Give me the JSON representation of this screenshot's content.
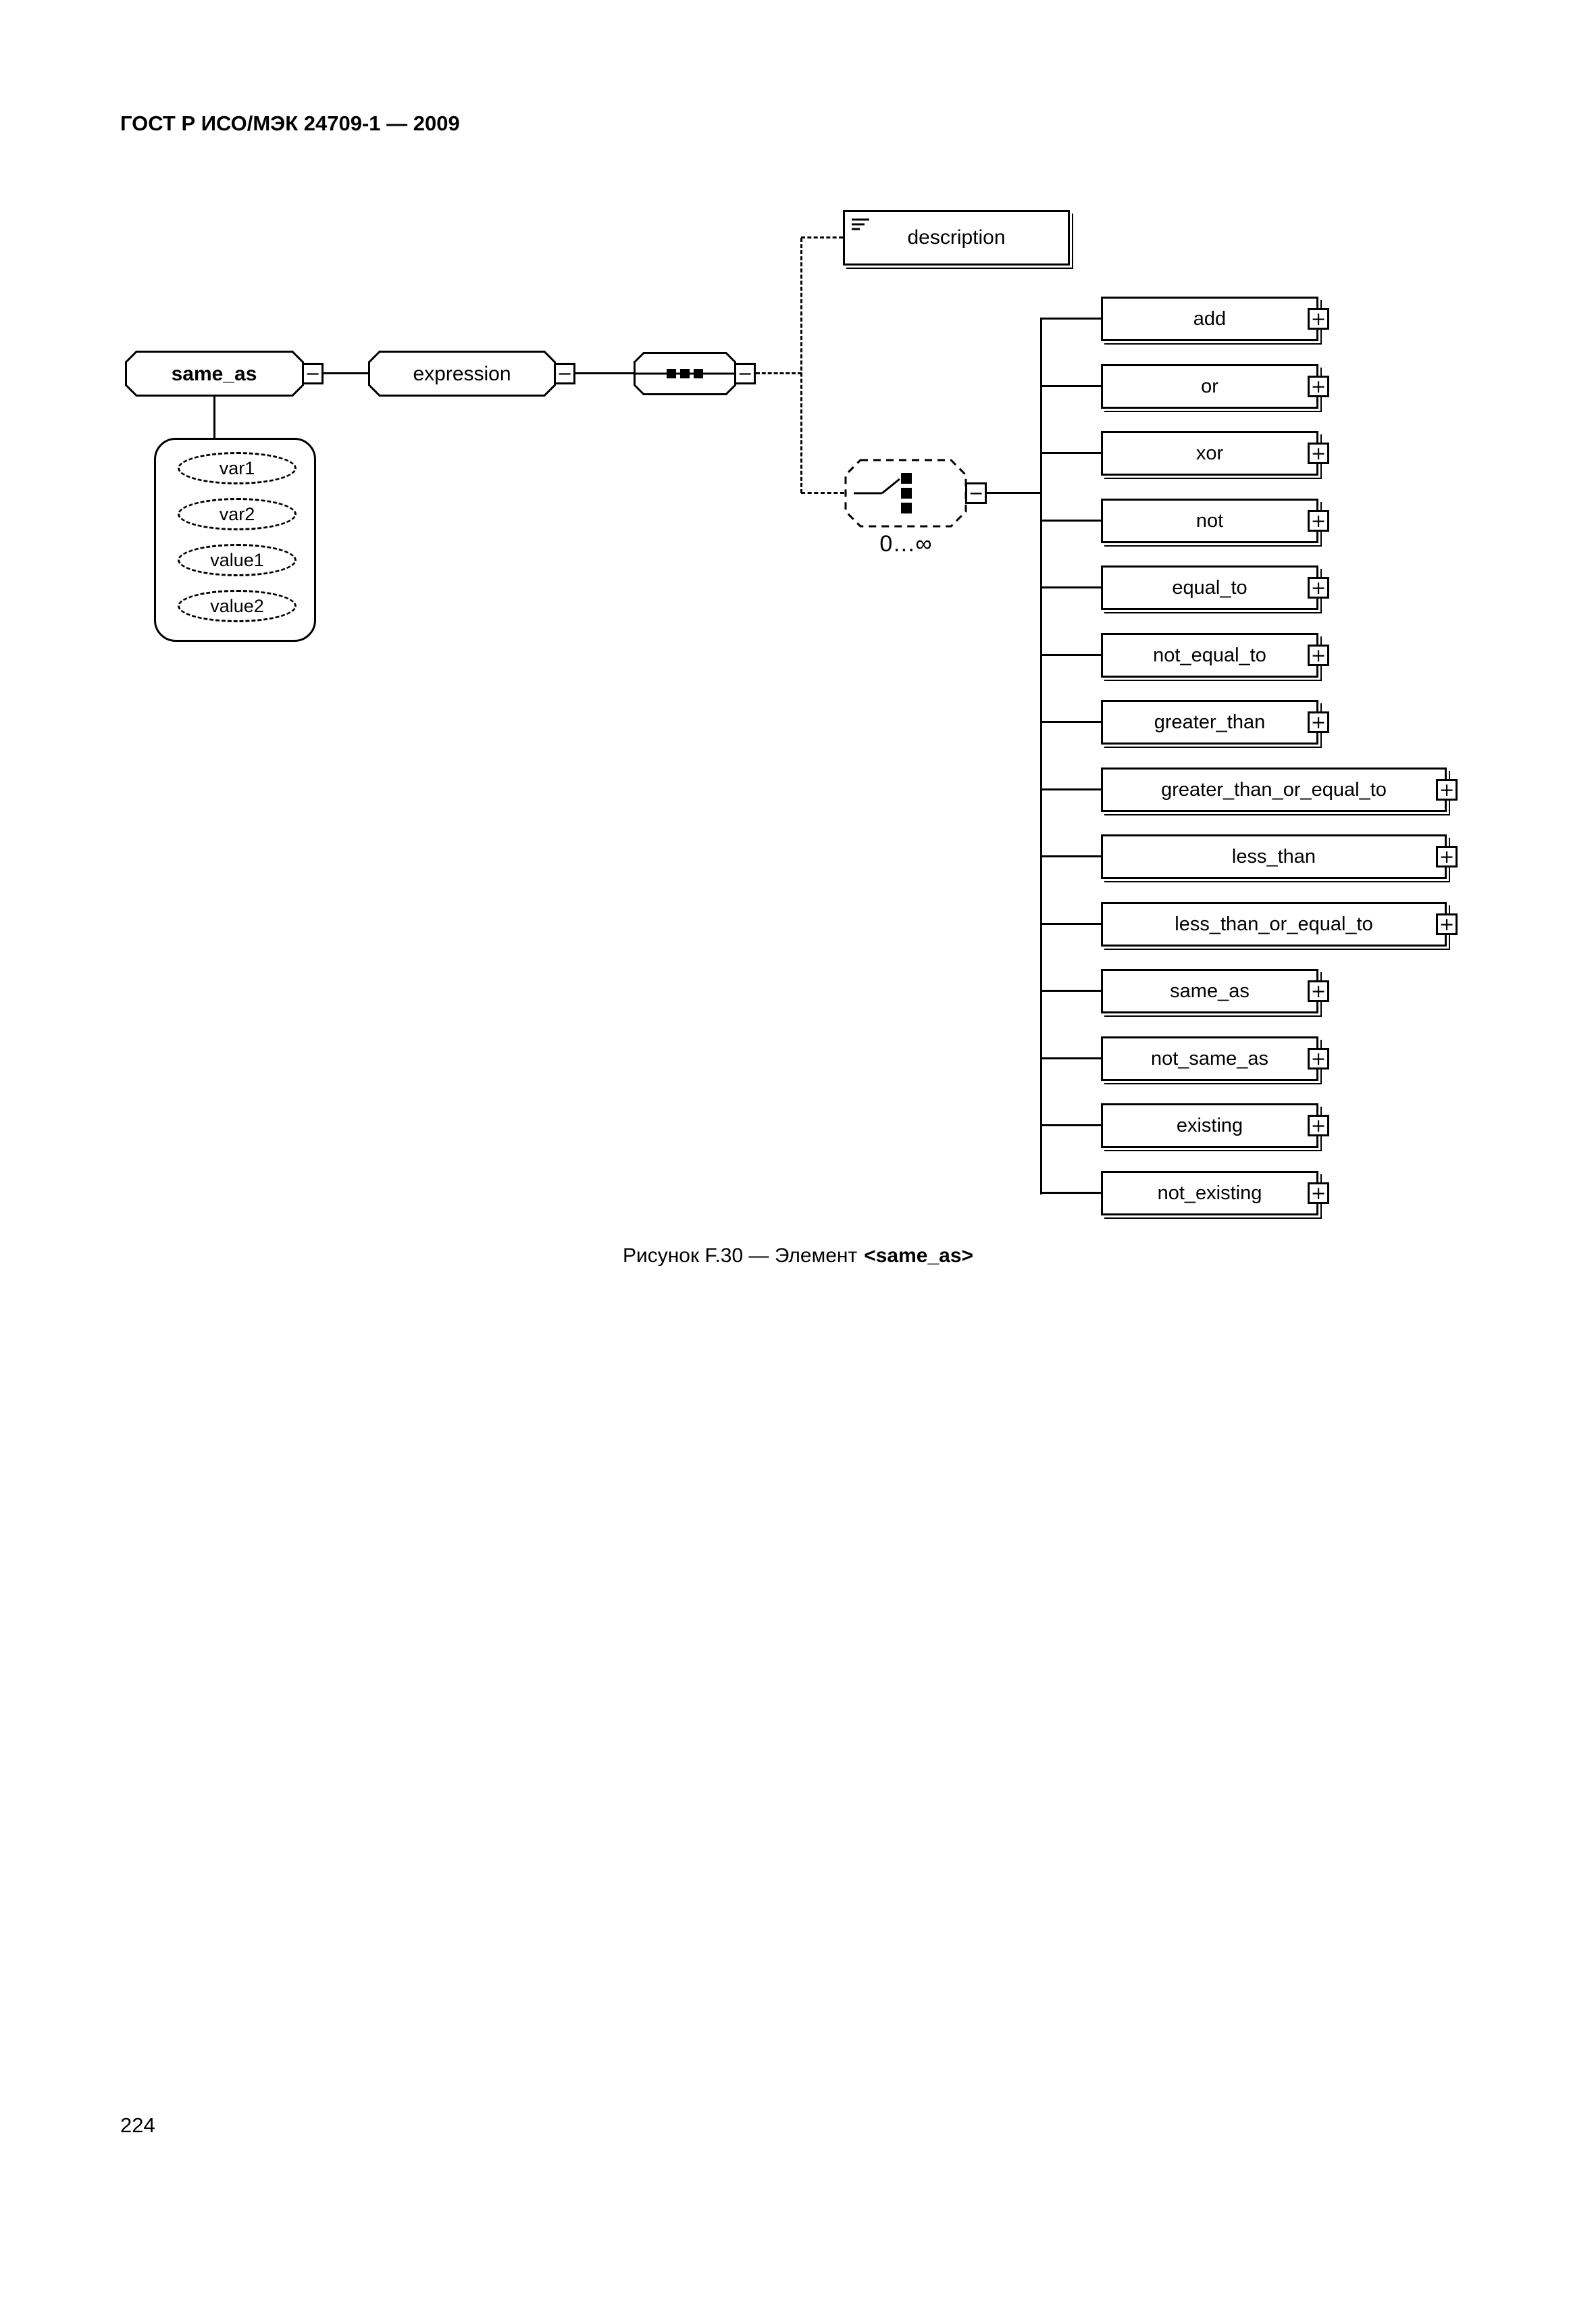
{
  "page": {
    "header": "ГОСТ Р ИСО/МЭК 24709-1 — 2009",
    "caption": {
      "prefix": "Рисунок F.30 — Элемент",
      "element": "<same_as>"
    },
    "page_number": "224"
  },
  "icons": {
    "collapse": "−",
    "expand": "+"
  },
  "diagram": {
    "root_element": "same_as",
    "attributes": [
      "var1",
      "var2",
      "value1",
      "value2"
    ],
    "expression_label": "expression",
    "description_label": "description",
    "choice_occurrence": "0…∞",
    "children": [
      {
        "label": "add"
      },
      {
        "label": "or"
      },
      {
        "label": "xor"
      },
      {
        "label": "not"
      },
      {
        "label": "equal_to"
      },
      {
        "label": "not_equal_to"
      },
      {
        "label": "greater_than"
      },
      {
        "label": "greater_than_or_equal_to",
        "wide": true
      },
      {
        "label": "less_than",
        "wide": true
      },
      {
        "label": "less_than_or_equal_to",
        "wide": true
      },
      {
        "label": "same_as"
      },
      {
        "label": "not_same_as"
      },
      {
        "label": "existing"
      },
      {
        "label": "not_existing"
      }
    ]
  }
}
